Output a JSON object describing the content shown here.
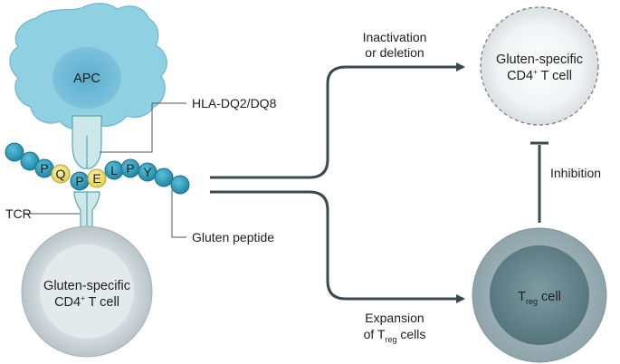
{
  "apc": {
    "label": "APC"
  },
  "hla": {
    "label": "HLA-DQ2/DQ8"
  },
  "tcr": {
    "label": "TCR"
  },
  "gluten_peptide": {
    "label": "Gluten peptide",
    "residues": [
      "P",
      "Q",
      "P",
      "E",
      "L",
      "P",
      "Y"
    ]
  },
  "t_cell_left": {
    "line1": "Gluten-specific",
    "line2_prefix": "CD4",
    "line2_sup": "+",
    "line2_suffix": " T cell"
  },
  "t_cell_right": {
    "line1": "Gluten-specific",
    "line2_prefix": "CD4",
    "line2_sup": "+",
    "line2_suffix": " T cell"
  },
  "treg": {
    "prefix": "T",
    "sub": "reg",
    "suffix": " cell"
  },
  "arrow_top": {
    "line1": "Inactivation",
    "line2": "or deletion"
  },
  "arrow_bottom": {
    "line1": "Expansion",
    "line2_prefix": "of T",
    "line2_sub": "reg",
    "line2_suffix": " cells"
  },
  "inhibition": {
    "label": "Inhibition"
  },
  "colors": {
    "apc_fill": "#8fd0e3",
    "apc_core": "#5fb3cf",
    "bead_blue": "#2c9bbb",
    "bead_yellow": "#f2e27a",
    "receptor": "#cde8ea",
    "cell_gray": "#c4cdd0",
    "cell_core": "#e3e8ea",
    "treg_outer": "#9fb3b8",
    "treg_core": "#5d7c84"
  }
}
